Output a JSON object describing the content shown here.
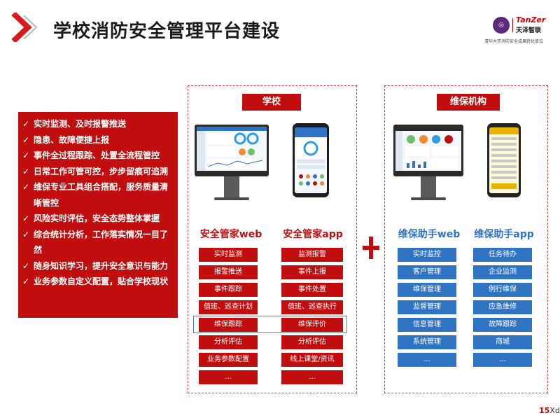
{
  "title": "学校消防安全管理平台建设",
  "logo": {
    "brand_en": "TanZer",
    "brand_cn": "天泽智联",
    "subtitle": "清华大学消防安全成果转化单位"
  },
  "features": [
    "实时监测、及时报警推送",
    "隐患、故障便捷上报",
    "事件全过程跟踪、处置全流程管控",
    "日常工作可管可控，步步留痕可追溯",
    "维保专业工具组合搭配，服务质量清晰管控",
    "风险实时评估，安全态势整体掌握",
    "综合统计分析，工作落实情况一目了然",
    "随身知识学习，提升安全意识与能力",
    "业务参数自定义配置，贴合学校现状"
  ],
  "check_glyph": "✓",
  "school": {
    "label": "学校",
    "web_title": "安全管家web",
    "app_title": "安全管家app",
    "web_items": [
      "实时监测",
      "报警推送",
      "事件跟踪",
      "值班、巡查计划",
      "维保跟踪",
      "分析评估",
      "业务参数配置",
      "..."
    ],
    "app_items": [
      "监测报警",
      "事件上报",
      "事件处置",
      "值班、巡查执行",
      "维保评价",
      "分析评估",
      "线上课堂/资讯",
      "..."
    ],
    "highlighted_row": "维保跟踪 / 维保评价"
  },
  "maintenance": {
    "label": "维保机构",
    "web_title": "维保助手web",
    "app_title": "维保助手app",
    "web_items": [
      "实时监控",
      "客户管理",
      "维保管理",
      "监督管理",
      "信息管理",
      "系统管理",
      "..."
    ],
    "app_items": [
      "任务待办",
      "企业监测",
      "例行维保",
      "应急维修",
      "故障跟踪",
      "商城",
      "..."
    ]
  },
  "plus_icon": "plus-icon",
  "page_number": "15",
  "page_suffix": "Xd",
  "colors": {
    "accent_red": "#c00e0e",
    "accent_blue": "#2f73c3",
    "highlight_border": "#4a7bd0"
  }
}
